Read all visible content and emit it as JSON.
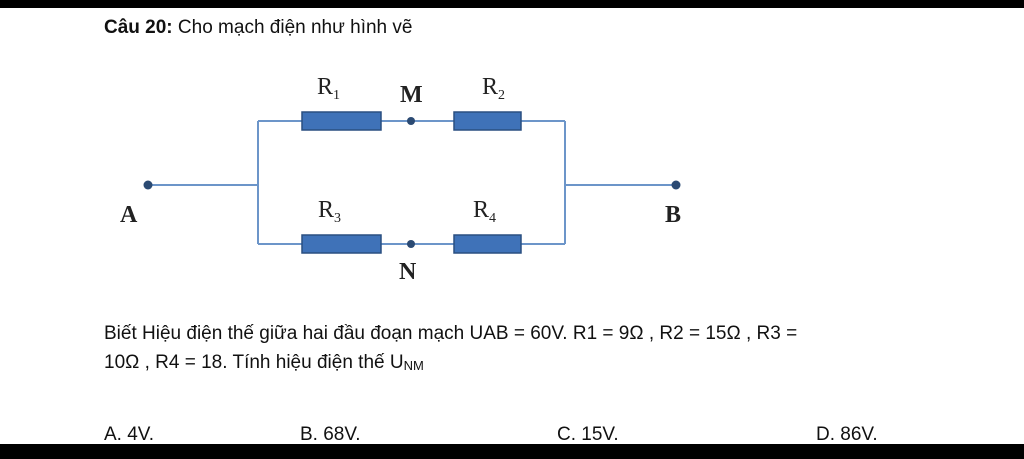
{
  "question": {
    "label": "Câu 20:",
    "text": " Cho mạch điện như hình vẽ"
  },
  "circuit": {
    "resistors": [
      {
        "name": "R",
        "sub": "1"
      },
      {
        "name": "R",
        "sub": "2"
      },
      {
        "name": "R",
        "sub": "3"
      },
      {
        "name": "R",
        "sub": "4"
      }
    ],
    "nodes": {
      "A": "A",
      "B": "B",
      "M": "M",
      "N": "N"
    },
    "wire_color": "#6c95c9",
    "resistor_fill": "#3f72b8",
    "resistor_stroke": "#2a4f80",
    "node_color": "#2b4a73"
  },
  "problem": {
    "line1": "Biết Hiệu điện thế giữa hai đầu đoạn mạch UAB = 60V. R1 = 9Ω , R2 = 15Ω , R3 =",
    "line2_pre": "10Ω , R4 = 18. Tính hiệu điện thế U",
    "line2_sub": "NM"
  },
  "choices": {
    "a": "A. 4V.",
    "b": "B. 68V.",
    "c": "C. 15V.",
    "d": "D. 86V."
  }
}
